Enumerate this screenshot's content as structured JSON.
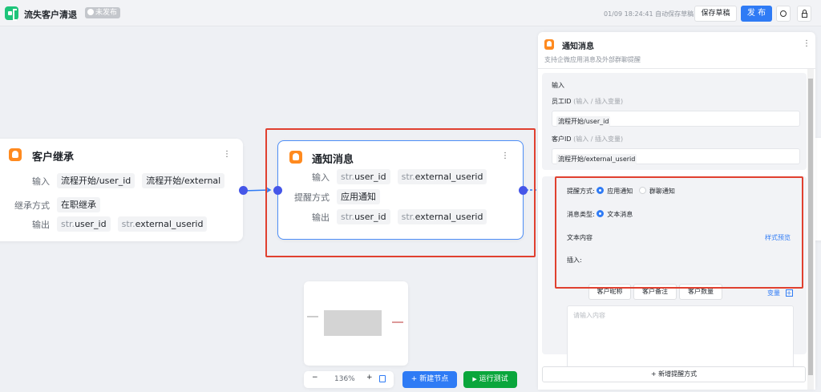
{
  "header": {
    "title": "流失客户清退",
    "status": "未发布",
    "autosave": "01/09 18:24:41 自动保存草稿",
    "save_draft": "保存草稿",
    "publish": "发 布"
  },
  "nodes": {
    "inherit": {
      "title": "客户继承",
      "input_label": "输入",
      "inputs": [
        "流程开始/user_id",
        "流程开始/external"
      ],
      "method_label": "继承方式",
      "method": "在职继承",
      "output_label": "输出",
      "outputs": [
        {
          "pre": "str.",
          "name": "user_id"
        },
        {
          "pre": "str.",
          "name": "external_userid"
        }
      ]
    },
    "notify": {
      "title": "通知消息",
      "input_label": "输入",
      "inputs": [
        {
          "pre": "str.",
          "name": "user_id"
        },
        {
          "pre": "str.",
          "name": "external_userid"
        }
      ],
      "method_label": "提醒方式",
      "method": "应用通知",
      "output_label": "输出",
      "outputs": [
        {
          "pre": "str.",
          "name": "user_id"
        },
        {
          "pre": "str.",
          "name": "external_userid"
        }
      ]
    }
  },
  "toolbar": {
    "zoom": "136%",
    "new_node": "新建节点",
    "run_test": "运行测试"
  },
  "panel": {
    "title": "通知消息",
    "subtitle": "支持企微应用消息及外部群聊提醒",
    "input_section": "输入",
    "employee_label": "员工ID",
    "employee_hint": "(输入 / 插入变量)",
    "employee_value": "流程开始/user_id",
    "customer_label": "客户ID",
    "customer_hint": "(输入 / 插入变量)",
    "customer_value": "流程开始/external_userid",
    "remind_label": "提醒方式:",
    "remind_options": [
      "应用通知",
      "群聊通知"
    ],
    "remind_selected": "应用通知",
    "msgtype_label": "消息类型:",
    "msgtype_options": [
      "文本消息"
    ],
    "content_label": "文本内容",
    "preview": "样式预览",
    "insert_label": "插入:",
    "insert_buttons": [
      "客户昵称",
      "客户备注",
      "客户数量"
    ],
    "variable": "变量",
    "content_placeholder": "请输入内容",
    "add_method": "新增提醒方式"
  },
  "colors": {
    "primary": "#2f7bf5",
    "run": "#0aa63c",
    "node_icon": "#ff8a1f",
    "highlight": "#e0402f",
    "port": "#4556e8"
  }
}
